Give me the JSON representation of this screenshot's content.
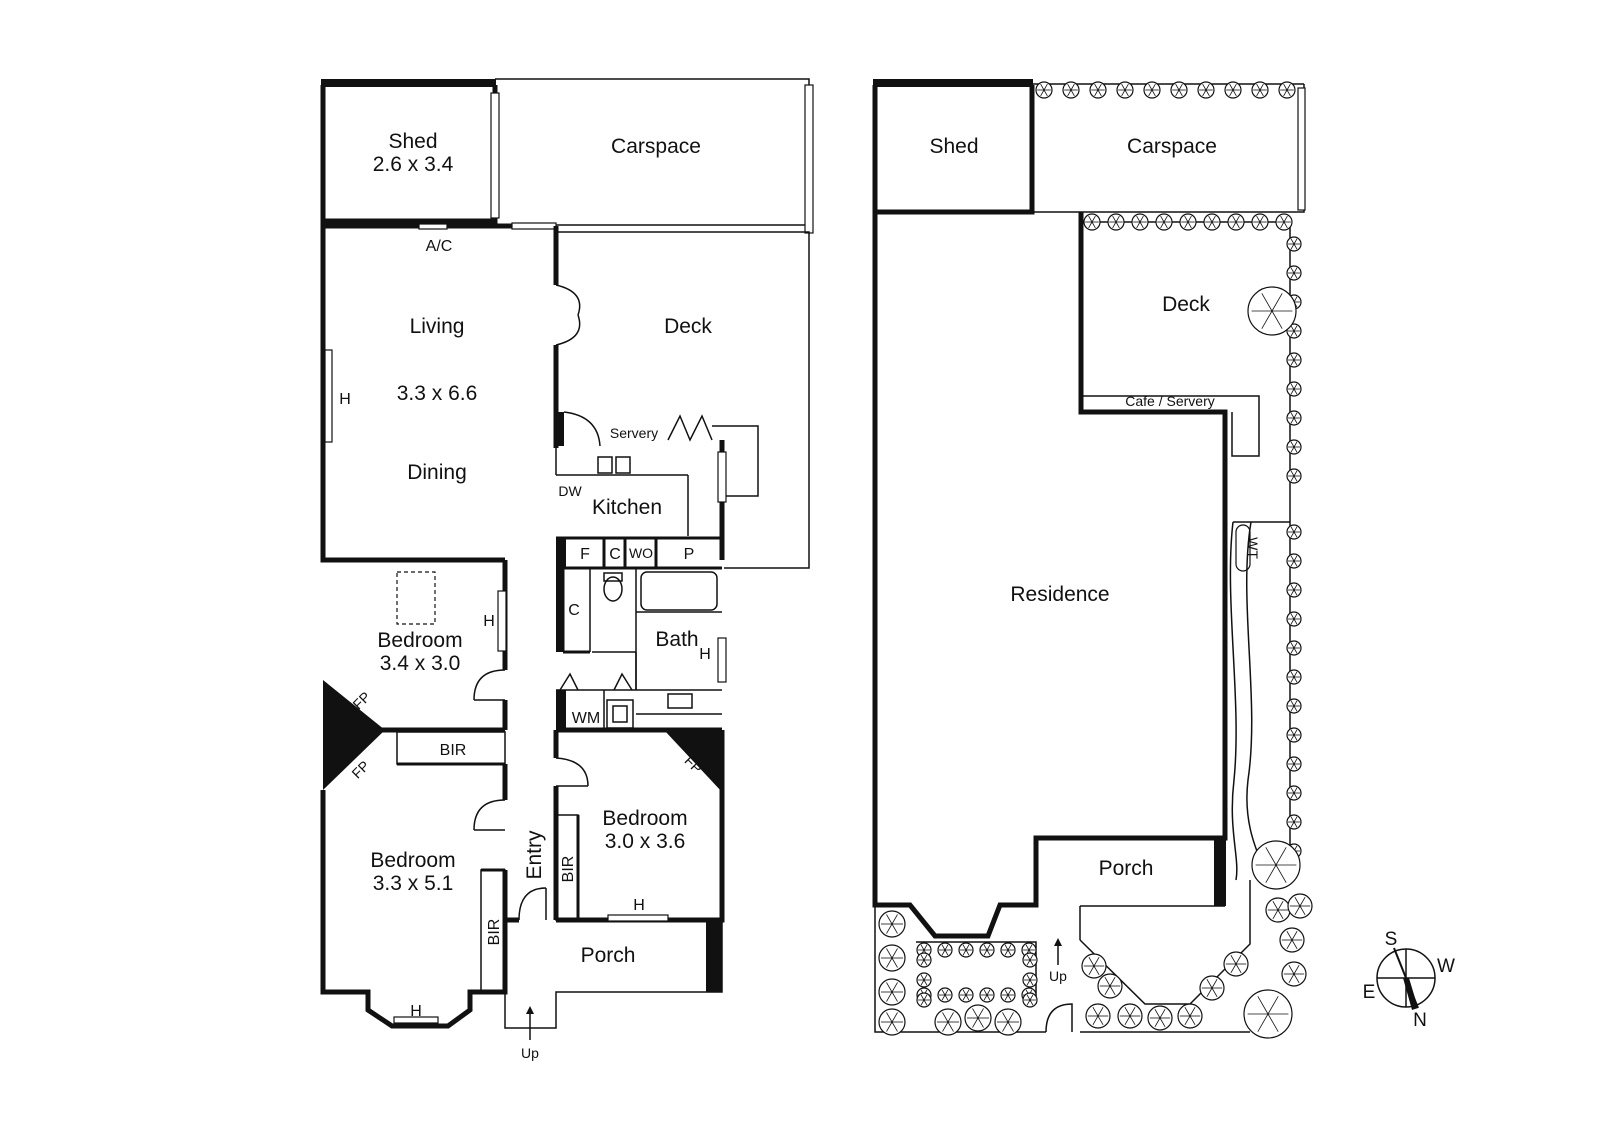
{
  "plan_left": {
    "rooms": {
      "shed": {
        "name": "Shed",
        "dims": "2.6 x 3.4"
      },
      "carspace": {
        "name": "Carspace"
      },
      "living": {
        "name": "Living",
        "dims": "3.3 x 6.6",
        "name2": "Dining"
      },
      "deck": {
        "name": "Deck"
      },
      "servery": {
        "name": "Servery"
      },
      "kitchen": {
        "name": "Kitchen"
      },
      "bedroom1": {
        "name": "Bedroom",
        "dims": "3.4 x 3.0"
      },
      "bedroom2": {
        "name": "Bedroom",
        "dims": "3.3 x 5.1"
      },
      "bedroom3": {
        "name": "Bedroom",
        "dims": "3.0 x 3.6"
      },
      "bath": {
        "name": "Bath"
      },
      "entry": {
        "name": "Entry"
      },
      "porch": {
        "name": "Porch"
      }
    },
    "fixtures": {
      "ac": "A/C",
      "dw": "DW",
      "fridge": "F",
      "cupboard1": "C",
      "wall_oven": "WO",
      "pantry": "P",
      "cupboard2": "C",
      "washing_machine": "WM",
      "bir1": "BIR",
      "bir2": "BIR",
      "bir3": "BIR",
      "fp1": "FP",
      "fp2": "FP",
      "fp3": "FP",
      "heater1": "H",
      "heater2": "H",
      "heater3": "H",
      "heater4": "H",
      "heater5": "H",
      "up": "Up"
    }
  },
  "plan_right": {
    "labels": {
      "shed": "Shed",
      "carspace": "Carspace",
      "deck": "Deck",
      "cafe": "Cafe / Servery",
      "residence": "Residence",
      "porch": "Porch",
      "wt": "WT",
      "up": "Up"
    }
  },
  "compass": {
    "s": "S",
    "w": "W",
    "e": "E",
    "n": "N"
  }
}
